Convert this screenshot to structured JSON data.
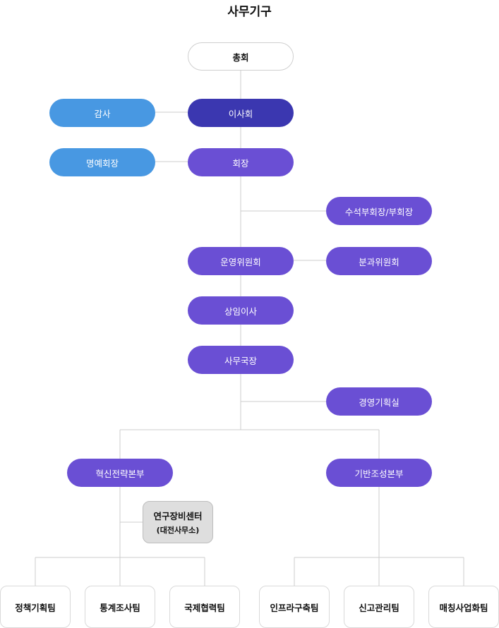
{
  "title": "사무기구",
  "nodes": {
    "general_assembly": "총회",
    "board": "이사회",
    "audit": "감사",
    "honorary_chair": "명예회장",
    "chairman": "회장",
    "vice_chair": "수석부회장/부회장",
    "steering_committee": "운영위원회",
    "subcommittee": "분과위원회",
    "standing_director": "상임이사",
    "secretary_general": "사무국장",
    "planning_office": "경영기획실",
    "innovation_hq": "혁신전략본부",
    "infra_hq": "기반조성본부",
    "equipment_center": "연구장비센터",
    "equipment_center_sub": "(대전사무소)",
    "policy_team": "정책기획팀",
    "statistics_team": "통계조사팀",
    "intl_team": "국제협력팀",
    "infra_team": "인프라구축팀",
    "report_team": "신고관리팀",
    "matching_team": "매칭사업화팀"
  },
  "colors": {
    "board": "#3b37b0",
    "unit": "#6a4fd4",
    "side": "#4898e2",
    "line": "#cccccc"
  }
}
